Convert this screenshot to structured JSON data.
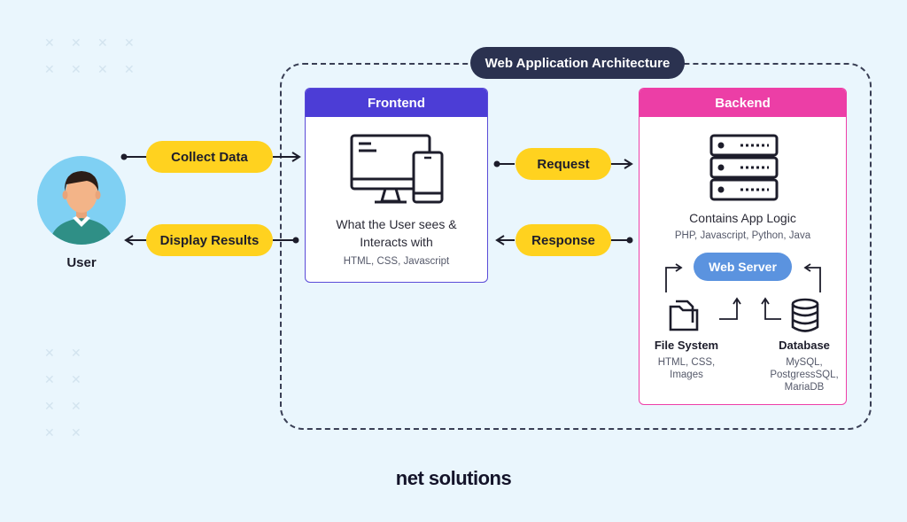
{
  "diagram": {
    "title": "Web Application Architecture"
  },
  "user": {
    "label": "User"
  },
  "flows": {
    "collect_data": "Collect Data",
    "display_results": "Display Results",
    "request": "Request",
    "response": "Response"
  },
  "frontend": {
    "title": "Frontend",
    "description_line1": "What the User sees &",
    "description_line2": "Interacts with",
    "tech": "HTML, CSS, Javascript"
  },
  "backend": {
    "title": "Backend",
    "description": "Contains App Logic",
    "tech": "PHP, Javascript, Python, Java",
    "web_server": "Web Server",
    "file_system": {
      "label": "File System",
      "line1": "HTML, CSS,",
      "line2": "Images"
    },
    "database": {
      "label": "Database",
      "line1": "MySQL,",
      "line2": "PostgressSQL,",
      "line3": "MariaDB"
    }
  },
  "brand": {
    "logo_text": "net solutions"
  },
  "colors": {
    "background": "#eaf6fd",
    "frontend_accent": "#4c3dd6",
    "backend_accent": "#ec3ea6",
    "pill": "#ffd21f",
    "title_badge": "#2b3250",
    "web_server": "#5b93df"
  }
}
